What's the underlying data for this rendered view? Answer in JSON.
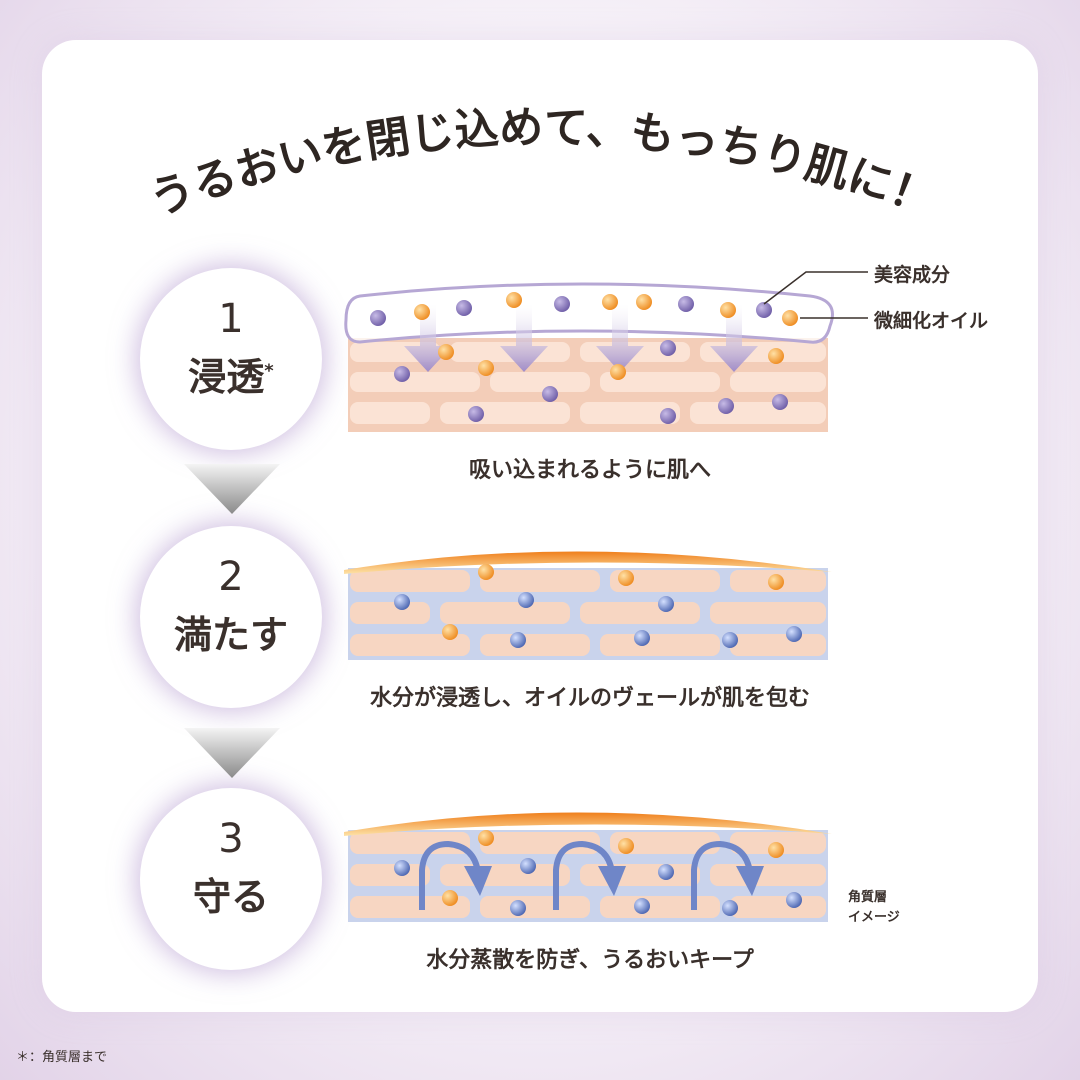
{
  "headline": "うるおいを閉じ込めて、もっちり肌に！",
  "steps": [
    {
      "number": "1",
      "label": "浸透",
      "mark": "*",
      "caption": "吸い込まれるように肌へ"
    },
    {
      "number": "2",
      "label": "満たす",
      "caption": "水分が浸透し、オイルのヴェールが肌を包む"
    },
    {
      "number": "3",
      "label": "守る",
      "caption": "水分蒸散を防ぎ、うるおいキープ"
    }
  ],
  "legend": {
    "beauty_ingredient": "美容成分",
    "micro_oil": "微細化オイル"
  },
  "corner_label": {
    "line1": "角質層",
    "line2": "イメージ"
  },
  "footnote": "＊：角質層まで",
  "colors": {
    "purple_particle": "#8a78b8",
    "orange_particle": "#f2a03a",
    "blue_particle": "#6f86c8",
    "skin": "#f7d7c4",
    "arrow": "#a594cc",
    "veil": "#f0902e"
  }
}
